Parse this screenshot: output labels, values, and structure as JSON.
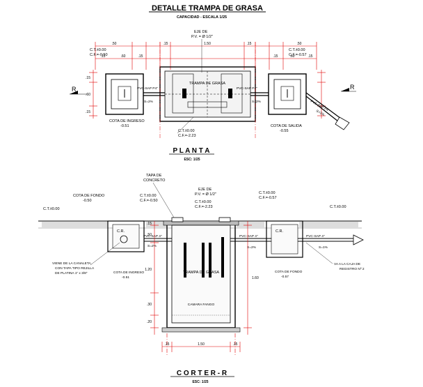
{
  "sheet": {
    "title": "DETALLE TRAMPA DE GRASA",
    "subtitle": "CAPACIDAD - ESCALA 1/25"
  },
  "planta": {
    "title": "P L A N T A",
    "scale": "ESC: 1/25",
    "cut_mark_left": "R",
    "cut_mark_right": "R",
    "ct_left": "C.T.±0.00",
    "cf_left": "C.F.=-0.50",
    "ct_right": "C.T.±0.00",
    "cf_right": "C.F.=-0.57",
    "eje": "EJE DE",
    "eje_value": "P.V. = Ø 1/2\"",
    "pipe_left": "PVC-SAP P4\"",
    "pipe_right": "PVC-SAP P4\"",
    "pipe_diag": "PVC-SAP P4\"",
    "trampa": "TRAMPA DE GRASA",
    "slope_left": "S=2%",
    "slope_right": "S=2%",
    "slope_diag": "S=1%",
    "ct_center": "C.T.±0.00",
    "cf_center": "C.F.=-2.23",
    "cota_ingreso": "COTA DE INGRESO",
    "cota_ingreso_value": "-0.51",
    "cota_salida": "COTA DE SALIDA",
    "cota_salida_value": "-0.55",
    "dims_top": [
      ".50",
      ".15",
      "1.50",
      ".15",
      ".50"
    ],
    "dims_sub": [
      ".15",
      ".60",
      ".15",
      ".15",
      ".60",
      ".15"
    ],
    "dims_side": [
      ".15",
      ".60",
      ".15"
    ]
  },
  "corte": {
    "title": "C O R T E  R - R",
    "scale": "ESC: 1/25",
    "tapa": "TAPA DE",
    "tapa_b": "CONCRETO",
    "eje": "EJE DE",
    "eje_value": "P.V. = Ø 1/2\"",
    "cota_fondo_left": "COTA DE FONDO",
    "cota_fondo_left_value": "-0.50",
    "ct_left": "C.T.±0.00",
    "ct_mid_left": "C.T.±0.00",
    "cf_mid_left": "C.F.=-0.50",
    "ct_center": "C.T.±0.00",
    "cf_center": "C.F.=-2.23",
    "ct_mid_right": "C.T.±0.00",
    "cf_mid_right": "C.F.=-0.57",
    "ct_right": "C.T.±0.00",
    "cr_left": "C.R.",
    "cr_right": "C.R.",
    "pipe_left": "PVC-SAP 4\"",
    "pipe_right": "PVC-SAP 4\"",
    "pipe_out": "PVC-SAP 4\"",
    "slope_left": "S=2%",
    "slope_right": "S=2%",
    "slope_out": "S=1%",
    "viene_a": "VIENE DE LA CANALETA",
    "viene_b": "CON TAPA TIPO REJILLA",
    "viene_c": "DE PLATINA 1\" x 3/8\"",
    "cota_ingreso": "COTA DE INGRESO",
    "cota_ingreso_value": "-0.51",
    "trampa": "TRAMPA DE GRASA",
    "camara": "CAMARA FANGO",
    "cota_fondo_right": "COTA DE FONDO",
    "cota_fondo_right_value": "-0.57",
    "va_a": "VA A LA CAJA DE",
    "va_b": "REGISTRO Nº 2",
    "dim_bottom": "1.50",
    "dims_bottom_sub": [
      ".15",
      ".15"
    ],
    "dims_vert": [
      ".15",
      ".50",
      "1.20",
      ".30",
      ".20",
      "1.60"
    ]
  },
  "colors": {
    "line": "#000000",
    "dimension": "#e00000",
    "hatch": "#555555",
    "accent": "#d00000"
  }
}
